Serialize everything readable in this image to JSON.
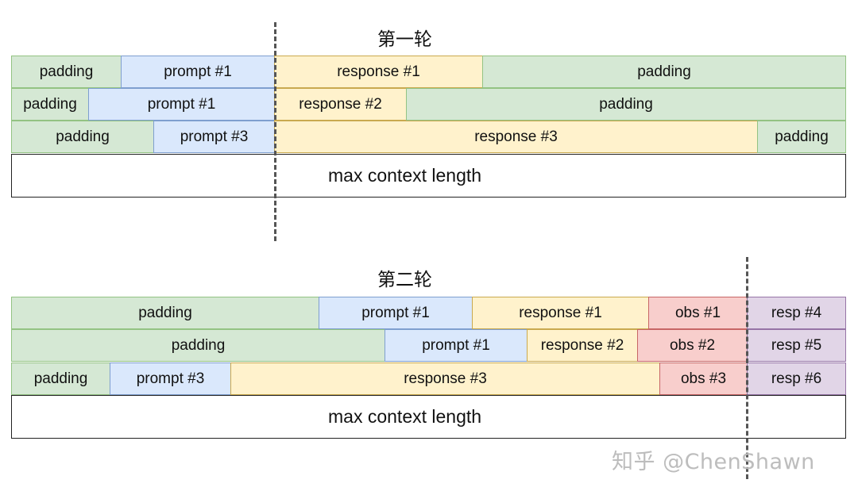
{
  "colors": {
    "padding": "#d5e8d4",
    "prompt": "#dae8fc",
    "response": "#fff2cc",
    "obs": "#f8cecc",
    "resp": "#e1d5e7"
  },
  "round1": {
    "title": "第一轮",
    "rows": [
      [
        {
          "type": "padding",
          "label": "padding"
        },
        {
          "type": "prompt",
          "label": "prompt #1"
        },
        {
          "type": "response",
          "label": "response #1"
        },
        {
          "type": "padding",
          "label": "padding"
        }
      ],
      [
        {
          "type": "padding",
          "label": "padding"
        },
        {
          "type": "prompt",
          "label": "prompt #1"
        },
        {
          "type": "response",
          "label": "response #2"
        },
        {
          "type": "padding",
          "label": "padding"
        }
      ],
      [
        {
          "type": "padding",
          "label": "padding"
        },
        {
          "type": "prompt",
          "label": "prompt #3"
        },
        {
          "type": "response",
          "label": "response #3"
        },
        {
          "type": "padding",
          "label": "padding"
        }
      ]
    ],
    "max_label": "max context length"
  },
  "round2": {
    "title": "第二轮",
    "rows": [
      [
        {
          "type": "padding",
          "label": "padding"
        },
        {
          "type": "prompt",
          "label": "prompt #1"
        },
        {
          "type": "response",
          "label": "response #1"
        },
        {
          "type": "obs",
          "label": "obs #1"
        },
        {
          "type": "resp",
          "label": "resp #4"
        }
      ],
      [
        {
          "type": "padding",
          "label": "padding"
        },
        {
          "type": "prompt",
          "label": "prompt #1"
        },
        {
          "type": "response",
          "label": "response #2"
        },
        {
          "type": "obs",
          "label": "obs #2"
        },
        {
          "type": "resp",
          "label": "resp #5"
        }
      ],
      [
        {
          "type": "padding",
          "label": "padding"
        },
        {
          "type": "prompt",
          "label": "prompt #3"
        },
        {
          "type": "response",
          "label": "response #3"
        },
        {
          "type": "obs",
          "label": "obs #3"
        },
        {
          "type": "resp",
          "label": "resp #6"
        }
      ]
    ],
    "max_label": "max context length"
  },
  "watermark": "知乎 @ChenShawn"
}
